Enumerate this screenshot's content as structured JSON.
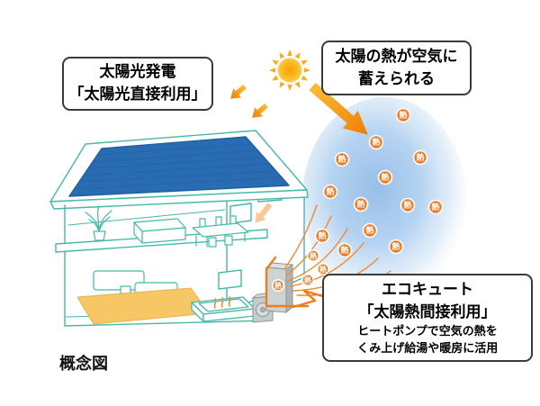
{
  "callouts": {
    "solar": {
      "line1": "太陽光発電",
      "line2": "「太陽光直接利用」"
    },
    "air": {
      "line1": "太陽の熱が空気に",
      "line2": "蓄えられる"
    },
    "ecocute": {
      "line1": "エコキュート",
      "line2": "「太陽熱間接利用」",
      "line3": "ヒートポンプで空気の熱を",
      "line4": "くみ上げ給湯や暖房に活用"
    }
  },
  "caption": "概念図",
  "heat_label": "熱",
  "heat_mark_count": 17,
  "icons": [
    "sun-icon",
    "heat-circle-icon",
    "solar-radiation-arrows",
    "heat-flow-arrow"
  ],
  "colors": {
    "house_line_teal": "#44b9a9",
    "solar_panel_blue": "#2a6cb4",
    "sun_orange": "#f7a600",
    "arrow_orange": "#ee7f06",
    "heat_circle_orange": "#ed7c24",
    "warm_air_blue": "#9cc4ea",
    "heated_floor_orange": "#f7c766",
    "equipment_gray": "#c6cbcb",
    "callout_border": "#3a3a3a"
  }
}
